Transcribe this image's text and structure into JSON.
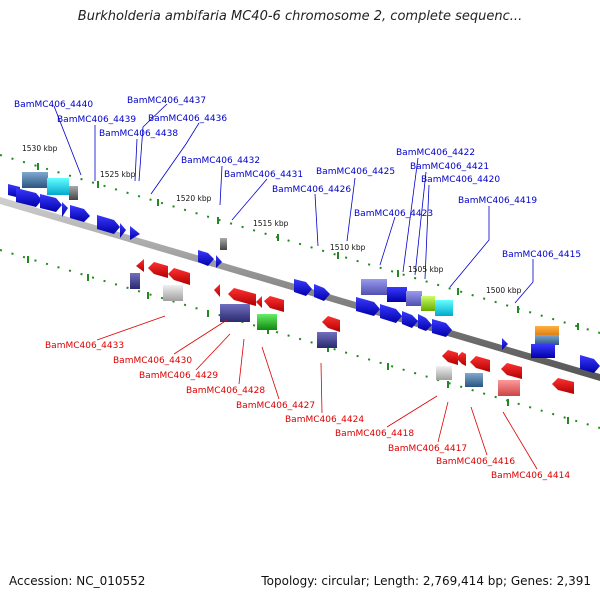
{
  "title": "Burkholderia ambifaria MC40-6 chromosome 2, complete sequenc...",
  "footer": {
    "accession": "Accession: NC_010552",
    "stats": "Topology: circular; Length: 2,769,414 bp; Genes: 2,391"
  },
  "scale_labels": [
    "1530 kbp",
    "1525 kbp",
    "1520 kbp",
    "1515 kbp",
    "1510 kbp",
    "1505 kbp",
    "1500 kbp"
  ],
  "genes_forward": [
    "BamMC406_4440",
    "BamMC406_4437",
    "BamMC406_4439",
    "BamMC406_4436",
    "BamMC406_4438",
    "BamMC406_4432",
    "BamMC406_4431",
    "BamMC406_4426",
    "BamMC406_4425",
    "BamMC406_4423",
    "BamMC406_4422",
    "BamMC406_4421",
    "BamMC406_4420",
    "BamMC406_4419",
    "BamMC406_4415"
  ],
  "genes_reverse": [
    "BamMC406_4433",
    "BamMC406_4430",
    "BamMC406_4429",
    "BamMC406_4428",
    "BamMC406_4427",
    "BamMC406_4424",
    "BamMC406_4418",
    "BamMC406_4417",
    "BamMC406_4416",
    "BamMC406_4414"
  ],
  "colors": {
    "forward": "#0000cc",
    "reverse": "#dd0000",
    "backbone": "#888888",
    "tick": "#228822"
  }
}
